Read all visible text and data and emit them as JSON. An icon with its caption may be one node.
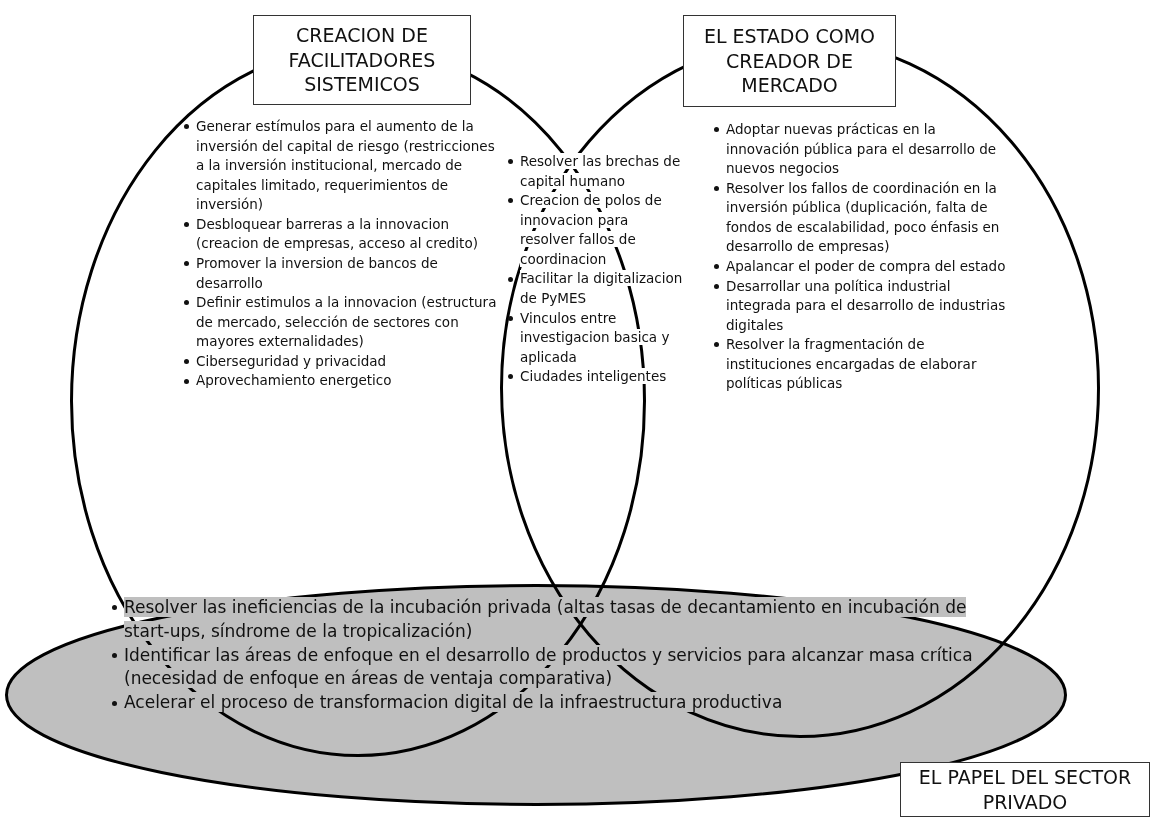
{
  "diagram": {
    "nodes": [
      {
        "text": [
          "CREACION DE FACILITADORES SISTEMICOS"
        ]
      },
      {
        "text": [
          "Generar estímulos para el aumento de la inversión del capital de riesgo (restricciones a la inversión institucional, mercado de capitales limitado, requerimientos de inversión)",
          "Desbloquear barreras a la innovacion (creacion de empresas, acceso al credito)",
          "Promover la inversion de bancos de desarrollo",
          "Definir estimulos a la innovacion (estructura de mercado, selección de sectores con mayores externalidades)",
          "Ciberseguridad y privacidad",
          "Aprovechamiento energetico"
        ]
      },
      {
        "text": [
          "EL ESTADO COMO CREADOR DE MERCADO"
        ]
      },
      {
        "text": [
          "Adoptar nuevas prácticas en la innovación pública para el desarrollo de nuevos negocios",
          "Resolver los fallos de coordinación en la inversión pública (duplicación, falta de fondos de escalabilidad, poco énfasis en desarrollo de empresas)",
          "Apalancar el poder de compra del estado",
          "Desarrollar una política industrial integrada para el desarrollo de industrias digitales",
          "Resolver la fragmentación de instituciones encargadas de elaborar políticas públicas"
        ]
      },
      {
        "text": [
          "Resolver las ineficiencias de la incubación privada (altas tasas de decantamiento en incubación de start-ups, síndrome de la tropicalización)",
          "Identificar las áreas de enfoque en el desarrollo de productos y servicios para alcanzar masa crítica (necesidad de enfoque en áreas de ventaja comparativa)",
          "Acelerar el proceso de transformacion digital de la infraestructura productiva"
        ]
      },
      {
        "text": [
          "EL PAPEL DEL SECTOR PRIVADO"
        ]
      }
    ],
    "labels": [
      "Resolver las brechas de capital humano",
      "Creacion de polos de innovacion para resolver fallos de coordinacion",
      "Facilitar la digitalizacion de PyMES",
      "Vinculos entre investigacion basica y aplicada",
      "Ciudades inteligentes"
    ]
  }
}
